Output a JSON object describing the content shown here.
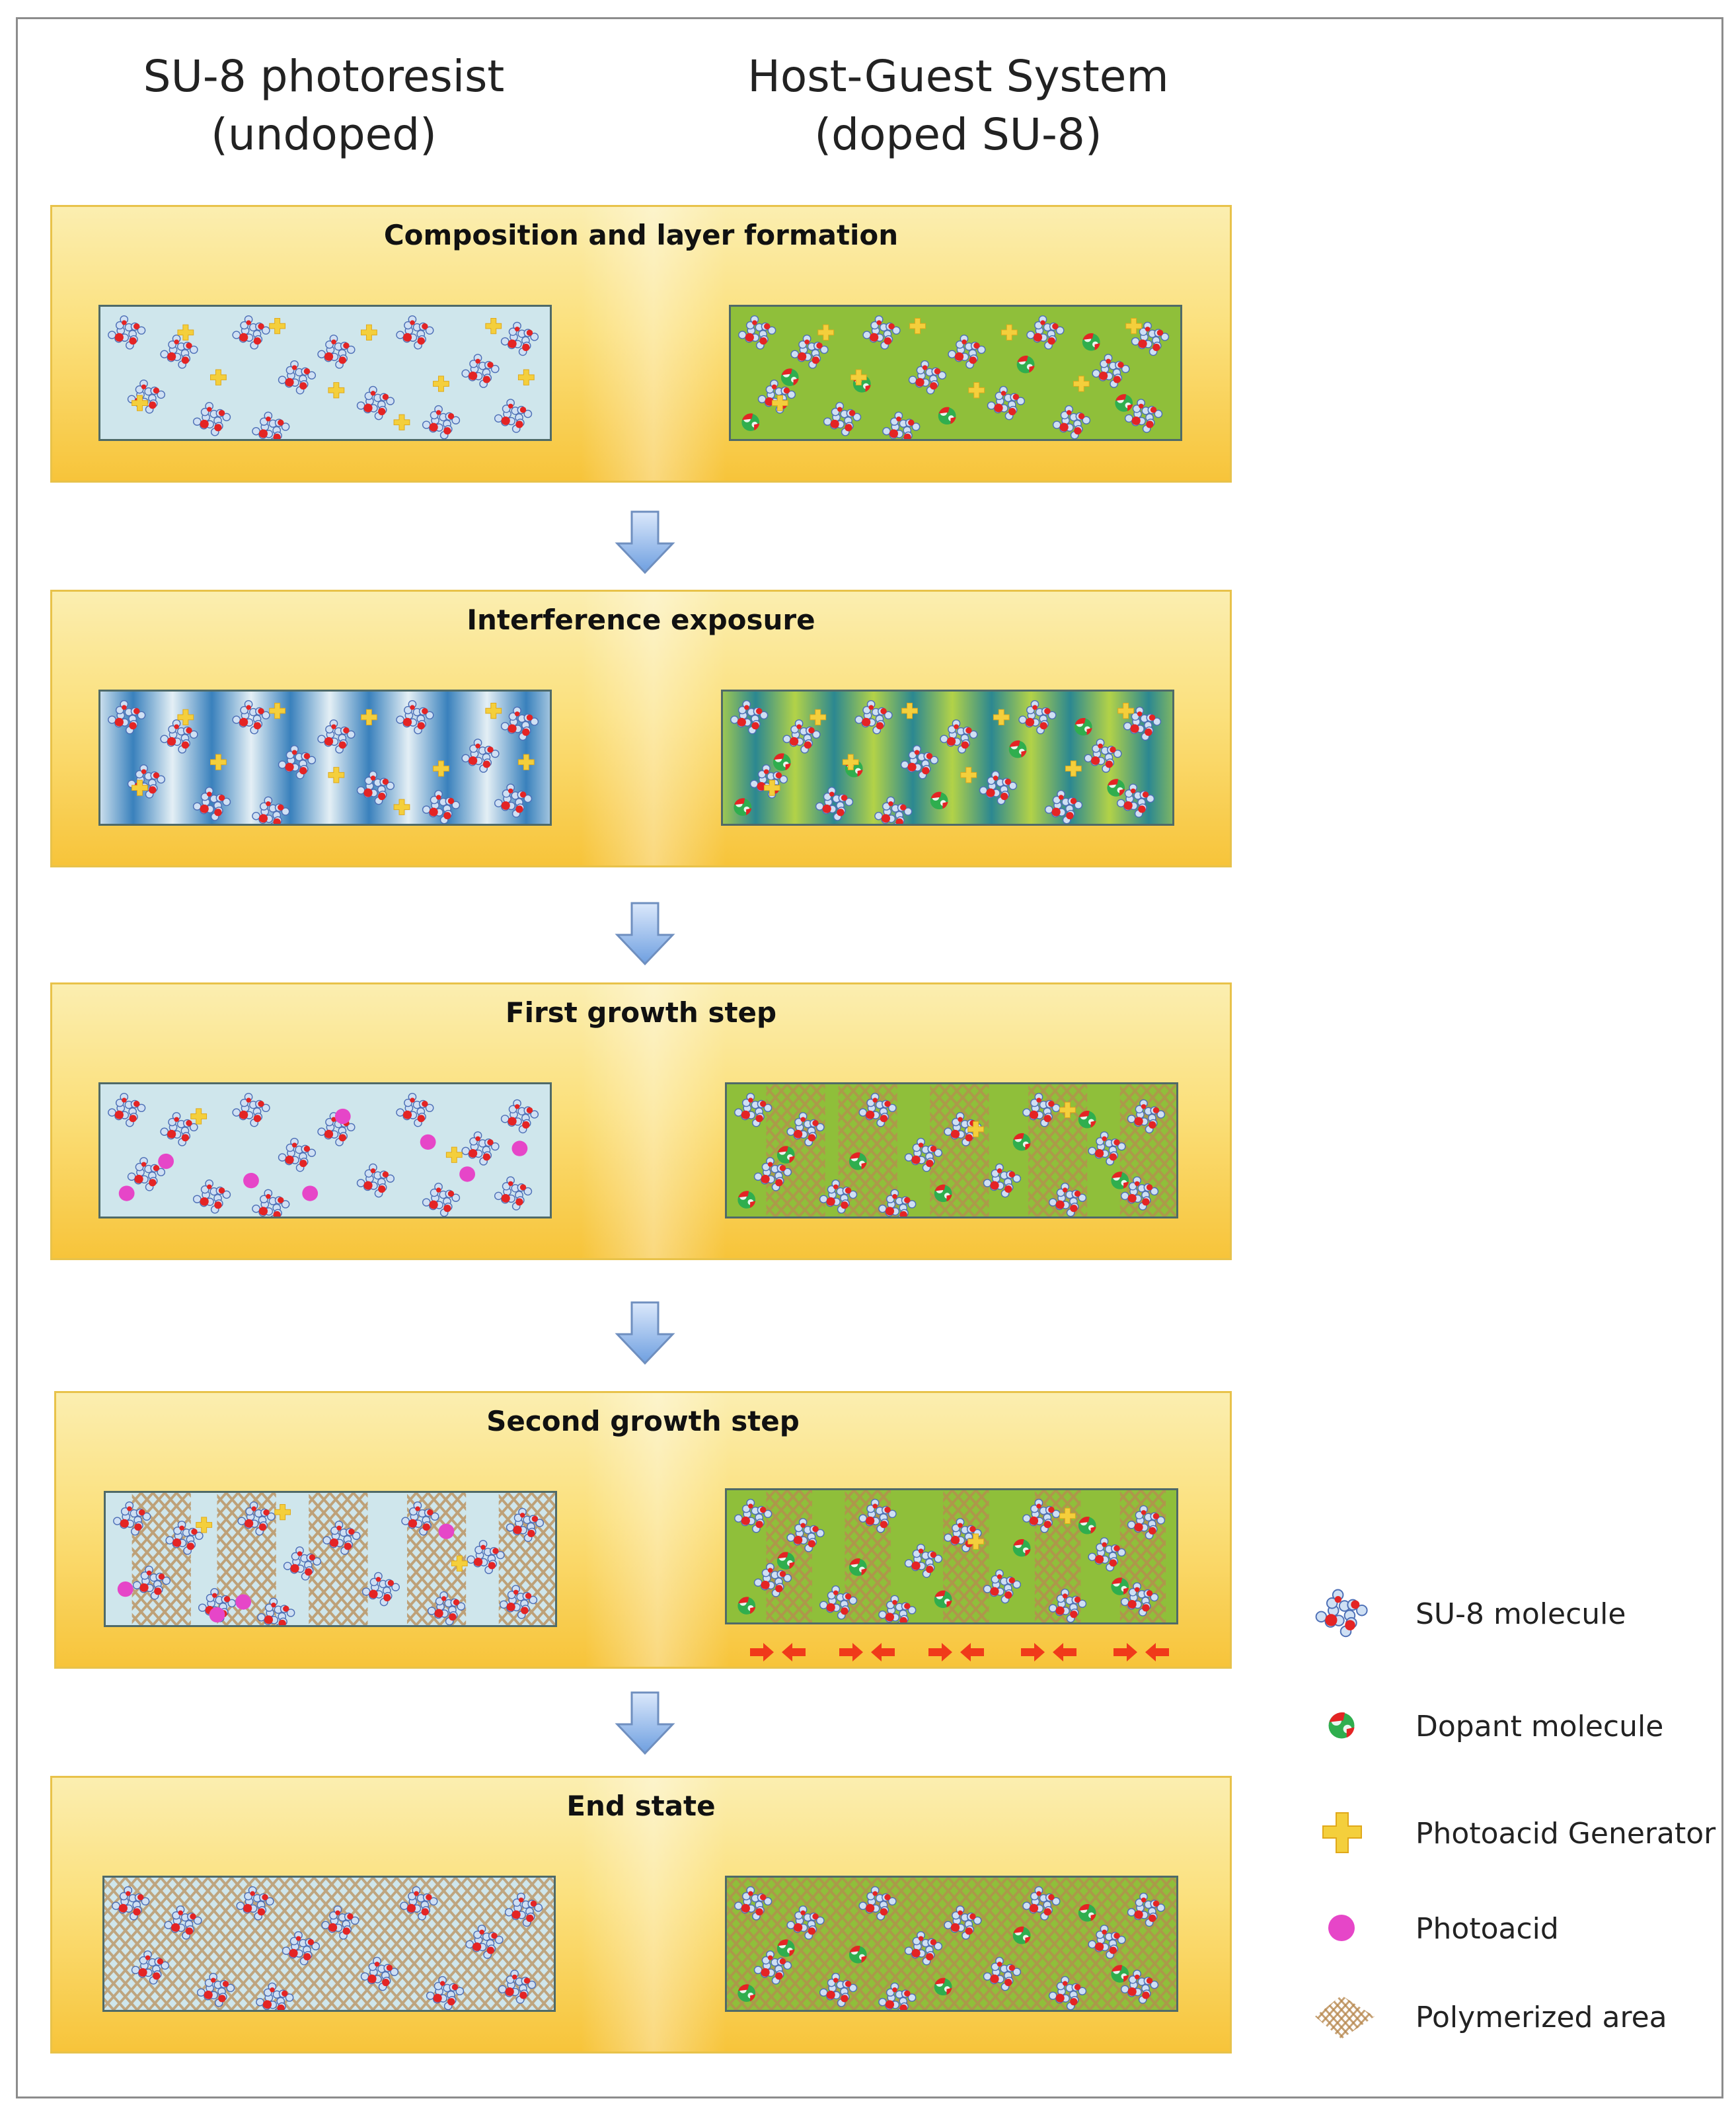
{
  "columns": {
    "left": {
      "line1": "SU-8 photoresist",
      "line2": "(undoped)"
    },
    "right": {
      "line1": "Host-Guest System",
      "line2": "(doped SU-8)"
    }
  },
  "steps": [
    {
      "title": "Composition and layer formation"
    },
    {
      "title": "Interference exposure"
    },
    {
      "title": "First growth step"
    },
    {
      "title": "Second growth step"
    },
    {
      "title": "End state"
    }
  ],
  "legend": [
    {
      "label": "SU-8 molecule",
      "icon": "su8-molecule-icon"
    },
    {
      "label": "Dopant molecule",
      "icon": "dopant-molecule-icon"
    },
    {
      "label": "Photoacid Generator",
      "icon": "photoacid-generator-icon"
    },
    {
      "label": "Photoacid",
      "icon": "photoacid-icon"
    },
    {
      "label": "Polymerized area",
      "icon": "polymerized-area-icon"
    }
  ],
  "colors": {
    "undoped_bg": "#cfe6ec",
    "doped_bg": "#8fbf3a",
    "photoacid": "#e646c8",
    "pag": "#f4cf3c",
    "mesh": "#b88a52",
    "shrink_arrow": "#f03a1a",
    "flow_arrow": "#7fb0e8"
  }
}
